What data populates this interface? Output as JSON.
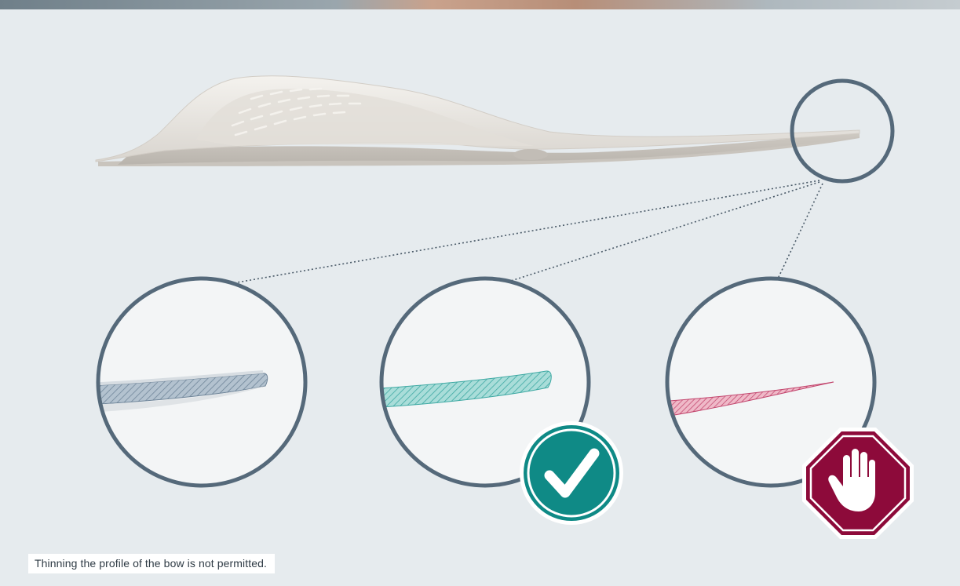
{
  "caption": "Thinning the profile of the bow is not permitted.",
  "examples": [
    {
      "label": "original-profile",
      "status": "neutral",
      "color": "#8ea2b5"
    },
    {
      "label": "acceptable-profile",
      "status": "ok",
      "color": "#7ccbc6",
      "badge_icon": "checkmark-icon",
      "badge_color": "#0f8a86"
    },
    {
      "label": "thinned-profile",
      "status": "not-permitted",
      "color": "#d98aa3",
      "badge_icon": "stop-hand-icon",
      "badge_color": "#8d0a3a"
    }
  ],
  "colors": {
    "background": "#e6ebee",
    "circle_stroke": "#55697a",
    "circle_fill": "#f3f5f6"
  }
}
